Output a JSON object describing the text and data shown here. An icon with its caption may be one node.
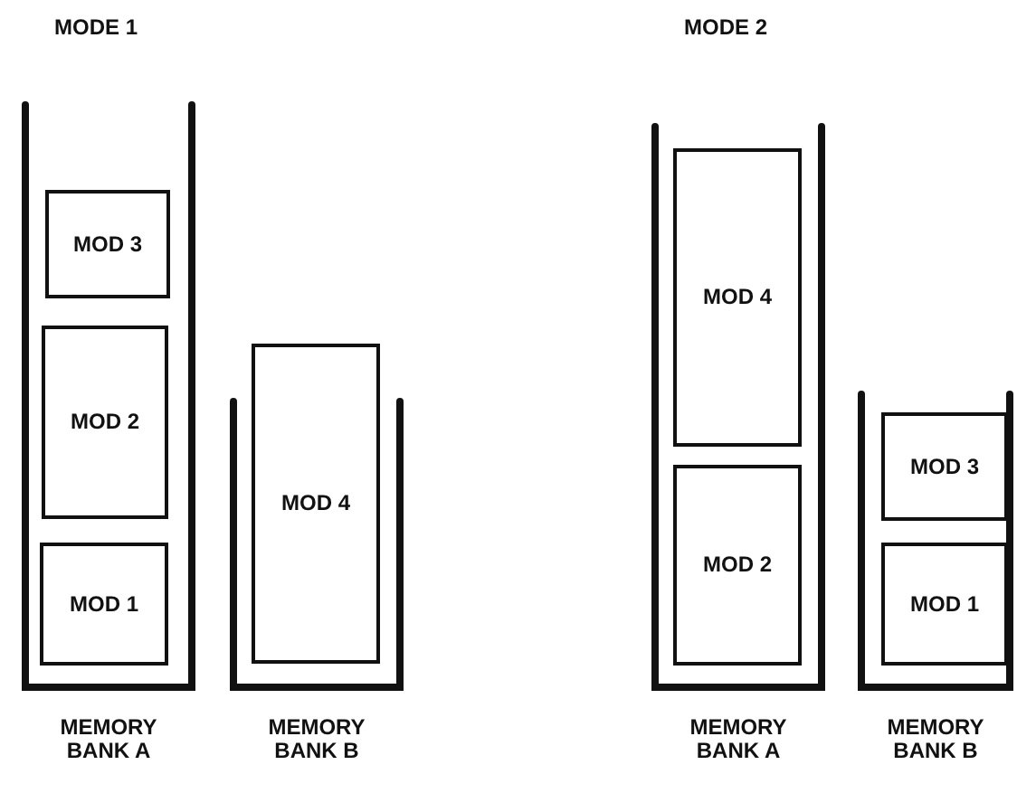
{
  "diagram": {
    "nodes": [
      {
        "text": [
          "MEMORY BANK A"
        ]
      },
      {
        "text": [
          "MOD 3"
        ],
        "in": 0
      },
      {
        "text": [
          "MOD 2"
        ],
        "in": 0
      },
      {
        "text": [
          "MOD 1"
        ],
        "in": 0
      },
      {
        "text": [
          "MEMORY BANK B"
        ]
      },
      {
        "text": [
          "MOD 4"
        ],
        "in": 4
      },
      {
        "text": [
          "MEMORY BANK A"
        ]
      },
      {
        "text": [
          "MOD 4"
        ],
        "in": 6
      },
      {
        "text": [
          "MOD 2"
        ],
        "in": 6
      },
      {
        "text": [
          "MEMORY BANK B"
        ]
      },
      {
        "text": [
          "MOD 3"
        ],
        "in": 9
      },
      {
        "text": [
          "MOD 1"
        ],
        "in": 9
      }
    ],
    "edges": [],
    "labels": [
      "MODE 1",
      "MODE 2"
    ]
  }
}
